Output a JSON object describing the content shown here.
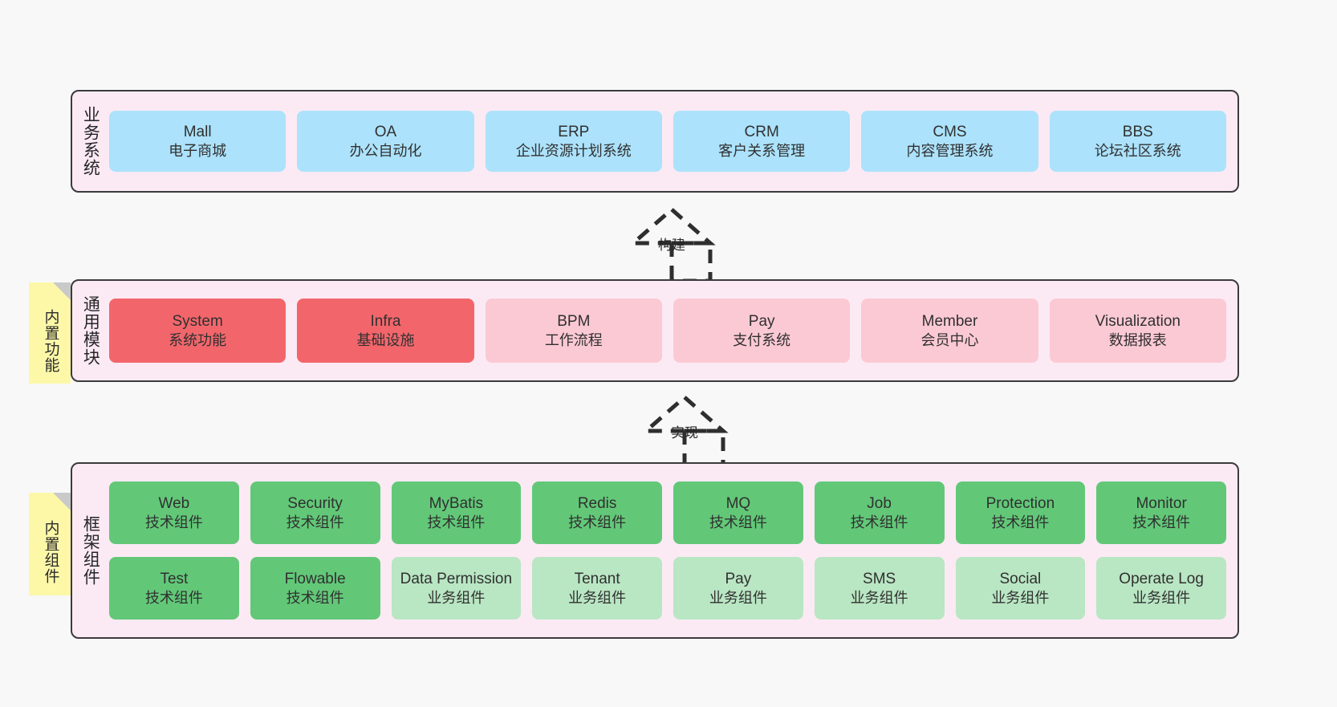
{
  "diagram": {
    "title_hint": "架构分层图",
    "background": "#f8f8f8",
    "panel_bg": "#fbeaf4",
    "panel_border": "#3b3b3b",
    "note_bg": "#fcf8a8",
    "note_fold": "#c9c9c9"
  },
  "notes": [
    {
      "id": "note-functions",
      "label": "内置功能"
    },
    {
      "id": "note-components",
      "label": "内置组件"
    }
  ],
  "connectors": [
    {
      "id": "connector-build",
      "label": "构建",
      "style": "dashed-hollow-triangle"
    },
    {
      "id": "connector-realize",
      "label": "实现",
      "style": "dashed-hollow-triangle"
    }
  ],
  "layers": [
    {
      "id": "layer-business",
      "title": "业务系统",
      "rows": [
        [
          {
            "en": "Mall",
            "cn": "电子商城",
            "color": "#ace2fb"
          },
          {
            "en": "OA",
            "cn": "办公自动化",
            "color": "#ace2fb"
          },
          {
            "en": "ERP",
            "cn": "企业资源计划系统",
            "color": "#ace2fb"
          },
          {
            "en": "CRM",
            "cn": "客户关系管理",
            "color": "#ace2fb"
          },
          {
            "en": "CMS",
            "cn": "内容管理系统",
            "color": "#ace2fb"
          },
          {
            "en": "BBS",
            "cn": "论坛社区系统",
            "color": "#ace2fb"
          }
        ]
      ]
    },
    {
      "id": "layer-modules",
      "title": "通用模块",
      "rows": [
        [
          {
            "en": "System",
            "cn": "系统功能",
            "color": "#f2666b"
          },
          {
            "en": "Infra",
            "cn": "基础设施",
            "color": "#f2666b"
          },
          {
            "en": "BPM",
            "cn": "工作流程",
            "color": "#fbc9d4"
          },
          {
            "en": "Pay",
            "cn": "支付系统",
            "color": "#fbc9d4"
          },
          {
            "en": "Member",
            "cn": "会员中心",
            "color": "#fbc9d4"
          },
          {
            "en": "Visualization",
            "cn": "数据报表",
            "color": "#fbc9d4"
          }
        ]
      ]
    },
    {
      "id": "layer-framework",
      "title": "框架组件",
      "rows": [
        [
          {
            "en": "Web",
            "cn": "技术组件",
            "color": "#62c878"
          },
          {
            "en": "Security",
            "cn": "技术组件",
            "color": "#62c878"
          },
          {
            "en": "MyBatis",
            "cn": "技术组件",
            "color": "#62c878"
          },
          {
            "en": "Redis",
            "cn": "技术组件",
            "color": "#62c878"
          },
          {
            "en": "MQ",
            "cn": "技术组件",
            "color": "#62c878"
          },
          {
            "en": "Job",
            "cn": "技术组件",
            "color": "#62c878"
          },
          {
            "en": "Protection",
            "cn": "技术组件",
            "color": "#62c878"
          },
          {
            "en": "Monitor",
            "cn": "技术组件",
            "color": "#62c878"
          }
        ],
        [
          {
            "en": "Test",
            "cn": "技术组件",
            "color": "#62c878"
          },
          {
            "en": "Flowable",
            "cn": "技术组件",
            "color": "#62c878"
          },
          {
            "en": "Data Permission",
            "cn": "业务组件",
            "color": "#b9e6c3"
          },
          {
            "en": "Tenant",
            "cn": "业务组件",
            "color": "#b9e6c3"
          },
          {
            "en": "Pay",
            "cn": "业务组件",
            "color": "#b9e6c3"
          },
          {
            "en": "SMS",
            "cn": "业务组件",
            "color": "#b9e6c3"
          },
          {
            "en": "Social",
            "cn": "业务组件",
            "color": "#b9e6c3"
          },
          {
            "en": "Operate Log",
            "cn": "业务组件",
            "color": "#b9e6c3"
          }
        ]
      ]
    }
  ]
}
